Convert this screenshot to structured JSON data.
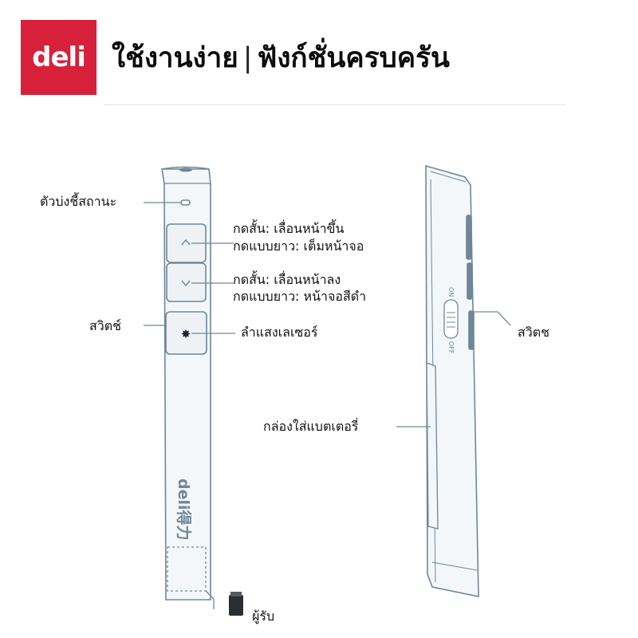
{
  "brand": {
    "logo_text": "deli",
    "color": "#d7203a"
  },
  "header": {
    "title_left": "ใช้งานง่าย",
    "separator": "|",
    "title_right": "ฟังก์ชั่นครบครัน"
  },
  "labels": {
    "status_indicator": "ตัวบ่งชี้สถานะ",
    "up_short": "กดสั้น: เลื่อนหน้าขึ้น",
    "up_long": "กดแบบยาว: เต็มหน้าจอ",
    "down_short": "กดสั้น: เลื่อนหน้าลง",
    "down_long": "กดแบบยาว: หน้าจอสีดำ",
    "switch_front": "สวิตช์",
    "laser": "ลำแสงเลเซอร์",
    "switch_side": "สวิตช",
    "battery": "กล่องใส่แบตเตอรี่",
    "receiver": "ผู้รับ"
  },
  "device": {
    "engraving": "deli得力",
    "switch_on": "ON",
    "switch_off": "OFF",
    "icons": [
      "chevron-up-icon",
      "chevron-down-icon",
      "laser-star-icon"
    ],
    "line_color": "#6f8798",
    "body_color": "#f4f7f9"
  }
}
